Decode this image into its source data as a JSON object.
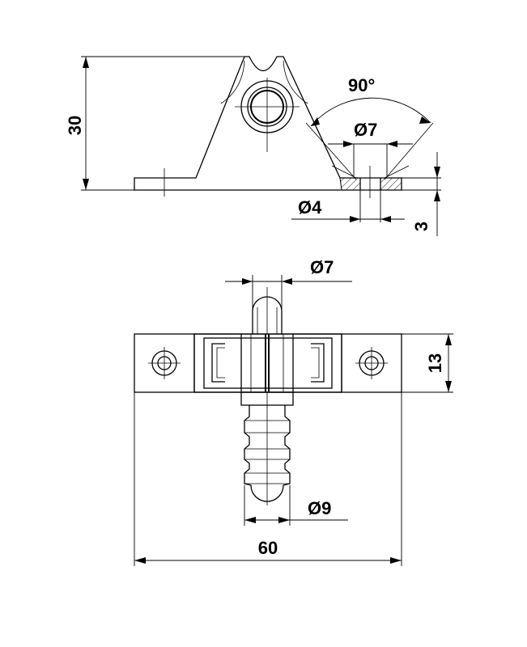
{
  "side_view": {
    "height_label": "30",
    "angle_label": "90°",
    "hole_top_label": "Ø7",
    "hole_bottom_label": "Ø4",
    "thickness_label": "3"
  },
  "plan_view": {
    "pin_top_label": "Ø7",
    "width_label": "13",
    "barb_label": "Ø9",
    "length_label": "60"
  },
  "colors": {
    "line": "#000000",
    "background": "#ffffff"
  }
}
